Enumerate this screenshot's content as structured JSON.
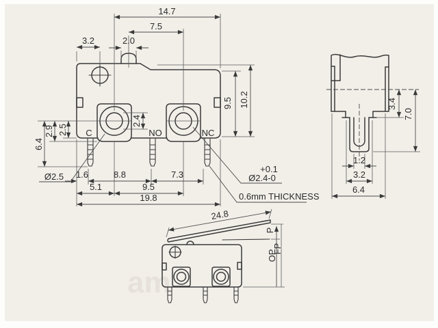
{
  "front_view": {
    "terminals": {
      "c": "C",
      "no": "NO",
      "nc": "NC"
    },
    "dims": {
      "top_total": "14.7",
      "top_button_to_nc": "7.5",
      "hole_offset": "3.2",
      "button_width": "2.0",
      "height_inner": "9.5",
      "height_total": "10.2",
      "rivet_hole": "2.4",
      "left_inner": "2.5",
      "left_outer": "2.9",
      "left_total": "6.4",
      "bottom_edge_to_leg": "1.6",
      "bottom_leg_c_no": "8.8",
      "bottom_leg_no_nc": "7.3",
      "bottom_edge_to_c": "5.1",
      "bottom_c_to_nc": "9.5",
      "bottom_total": "19.8"
    },
    "callouts": {
      "hole_diameter": "Ø2.5",
      "terminal_hole_tolerance": "+0.1",
      "terminal_hole_diameter": "Ø2.4-0",
      "terminal_thickness": "0.6mm THICKNESS"
    }
  },
  "side_view": {
    "dims": {
      "datum_to_base": "3.4",
      "datum_to_tip": "7.0",
      "slot_width": "1.2",
      "terminal_width": "3.2",
      "body_width": "6.4"
    }
  },
  "lever_view": {
    "dims": {
      "lever_length": "24.8"
    },
    "positions": {
      "pretravel": "P",
      "operating": "OP",
      "free": "FP"
    }
  },
  "watermark": {
    "fragment": "am"
  },
  "colors": {
    "background": "#f2efe9",
    "line": "#3a3a3a"
  }
}
